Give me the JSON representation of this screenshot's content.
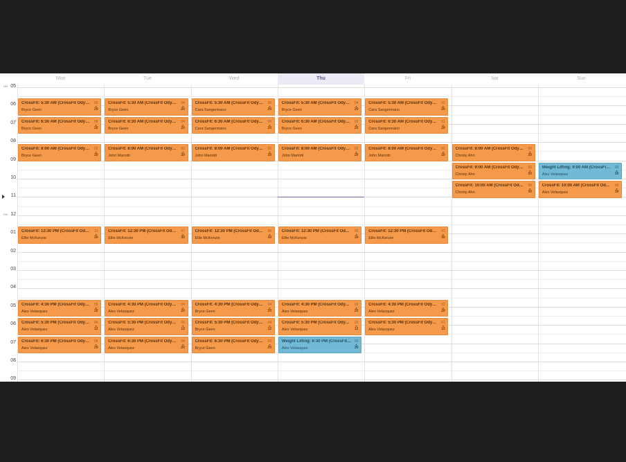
{
  "calendar": {
    "days": [
      {
        "key": "mon",
        "label": "Mon",
        "today": false
      },
      {
        "key": "tue",
        "label": "Tue",
        "today": false
      },
      {
        "key": "wed",
        "label": "Wed",
        "today": false
      },
      {
        "key": "thu",
        "label": "Thu",
        "today": true
      },
      {
        "key": "fri",
        "label": "Fri",
        "today": false
      },
      {
        "key": "sat",
        "label": "Sat",
        "today": false
      },
      {
        "key": "sun",
        "label": "Sun",
        "today": false
      }
    ],
    "hours": [
      {
        "label": "05",
        "ampm": "AM"
      },
      {
        "label": "06",
        "ampm": ""
      },
      {
        "label": "07",
        "ampm": ""
      },
      {
        "label": "08",
        "ampm": ""
      },
      {
        "label": "09",
        "ampm": ""
      },
      {
        "label": "10",
        "ampm": ""
      },
      {
        "label": "11",
        "ampm": ""
      },
      {
        "label": "12",
        "ampm": "PM"
      },
      {
        "label": "01",
        "ampm": ""
      },
      {
        "label": "02",
        "ampm": ""
      },
      {
        "label": "03",
        "ampm": ""
      },
      {
        "label": "04",
        "ampm": ""
      },
      {
        "label": "05",
        "ampm": ""
      },
      {
        "label": "06",
        "ampm": ""
      },
      {
        "label": "07",
        "ampm": ""
      },
      {
        "label": "08",
        "ampm": ""
      },
      {
        "label": "09",
        "ampm": ""
      }
    ],
    "now_hour": 11,
    "events": [
      {
        "day": 0,
        "start": 6,
        "title": "CrossFit: 5:30 AM (CrossFit Odyssey)",
        "coach": "Bryce Geen",
        "booked": "06",
        "capacity": "20",
        "color": "orange"
      },
      {
        "day": 0,
        "start": 7,
        "title": "CrossFit: 6:30 AM (CrossFit Odyssey)",
        "coach": "Bryce Geen",
        "booked": "06",
        "capacity": "20",
        "color": "orange"
      },
      {
        "day": 0,
        "start": 8.5,
        "title": "CrossFit: 8:00 AM (CrossFit Odyssey)",
        "coach": "Bryce Geen",
        "booked": "02",
        "capacity": "20",
        "color": "orange"
      },
      {
        "day": 0,
        "start": 13,
        "title": "CrossFit: 12:30 PM (CrossFit Odyss...",
        "coach": "Ellie McKenzie",
        "booked": "12",
        "capacity": "30",
        "color": "orange"
      },
      {
        "day": 0,
        "start": 17,
        "title": "CrossFit: 4:30 PM (CrossFit Odyssey)",
        "coach": "Alex Velasquez",
        "booked": "05",
        "capacity": "20",
        "color": "orange"
      },
      {
        "day": 0,
        "start": 18,
        "title": "CrossFit: 5:30 PM (CrossFit Odyssey)",
        "coach": "Alex Velasquez",
        "booked": "04",
        "capacity": "12",
        "color": "orange"
      },
      {
        "day": 0,
        "start": 19,
        "title": "CrossFit: 6:30 PM (CrossFit Odyssey)",
        "coach": "Alex Velasquez",
        "booked": "04",
        "capacity": "20",
        "color": "orange"
      },
      {
        "day": 1,
        "start": 6,
        "title": "CrossFit: 5:30 AM (CrossFit Odyssey)",
        "coach": "Bryce Geen",
        "booked": "04",
        "capacity": "20",
        "color": "orange"
      },
      {
        "day": 1,
        "start": 7,
        "title": "CrossFit: 6:30 AM (CrossFit Odyssey)",
        "coach": "Bryce Geen",
        "booked": "04",
        "capacity": "20",
        "color": "orange"
      },
      {
        "day": 1,
        "start": 8.5,
        "title": "CrossFit: 8:00 AM (CrossFit Odyssey)",
        "coach": "John Mariotti",
        "booked": "03",
        "capacity": "20",
        "color": "orange"
      },
      {
        "day": 1,
        "start": 13,
        "title": "CrossFit: 12:30 PM (CrossFit Odyss...",
        "coach": "Ellie McKenzie",
        "booked": "07",
        "capacity": "30",
        "color": "orange"
      },
      {
        "day": 1,
        "start": 17,
        "title": "CrossFit: 4:30 PM (CrossFit Odyssey)",
        "coach": "Alex Velasquez",
        "booked": "04",
        "capacity": "20",
        "color": "orange"
      },
      {
        "day": 1,
        "start": 18,
        "title": "CrossFit: 5:30 PM (CrossFit Odyssey)",
        "coach": "Alex Velasquez",
        "booked": "06",
        "capacity": "12",
        "color": "orange"
      },
      {
        "day": 1,
        "start": 19,
        "title": "CrossFit: 6:30 PM (CrossFit Odyssey)",
        "coach": "Alex Velasquez",
        "booked": "04",
        "capacity": "20",
        "color": "orange"
      },
      {
        "day": 2,
        "start": 6,
        "title": "CrossFit: 5:30 AM (CrossFit Odyssey)",
        "coach": "Cara Sangermano",
        "booked": "06",
        "capacity": "20",
        "color": "orange"
      },
      {
        "day": 2,
        "start": 7,
        "title": "CrossFit: 6:30 AM (CrossFit Odyssey)",
        "coach": "Cara Sangermano",
        "booked": "06",
        "capacity": "20",
        "color": "orange"
      },
      {
        "day": 2,
        "start": 8.5,
        "title": "CrossFit: 8:00 AM (CrossFit Odyssey)",
        "coach": "John Mariotti",
        "booked": "02",
        "capacity": "20",
        "color": "orange"
      },
      {
        "day": 2,
        "start": 13,
        "title": "CrossFit: 12:30 PM (CrossFit Odyssey)",
        "coach": "Ellie McKenzie",
        "booked": "06",
        "capacity": "30",
        "color": "orange"
      },
      {
        "day": 2,
        "start": 17,
        "title": "CrossFit: 4:30 PM (CrossFit Odyssey)",
        "coach": "Bryce Geen",
        "booked": "04",
        "capacity": "20",
        "color": "orange"
      },
      {
        "day": 2,
        "start": 18,
        "title": "CrossFit: 5:30 PM (CrossFit Odyssey)",
        "coach": "Bryce Geen",
        "booked": "04",
        "capacity": "12",
        "color": "orange"
      },
      {
        "day": 2,
        "start": 19,
        "title": "CrossFit: 6:30 PM (CrossFit Odyssey)",
        "coach": "Bryce Geen",
        "booked": "03",
        "capacity": "20",
        "color": "orange"
      },
      {
        "day": 3,
        "start": 6,
        "title": "CrossFit: 5:30 AM (CrossFit Odyssey)",
        "coach": "Bryce Geen",
        "booked": "04",
        "capacity": "20",
        "color": "orange"
      },
      {
        "day": 3,
        "start": 7,
        "title": "CrossFit: 6:30 AM (CrossFit Odyssey)",
        "coach": "Bryce Geen",
        "booked": "02",
        "capacity": "20",
        "color": "orange"
      },
      {
        "day": 3,
        "start": 8.5,
        "title": "CrossFit: 8:00 AM (CrossFit Odyssey)",
        "coach": "John Mariotti",
        "booked": "02",
        "capacity": "20",
        "color": "orange"
      },
      {
        "day": 3,
        "start": 13,
        "title": "CrossFit: 12:30 PM (CrossFit Odyss...",
        "coach": "Ellie McKenzie",
        "booked": "03",
        "capacity": "30",
        "color": "orange"
      },
      {
        "day": 3,
        "start": 17,
        "title": "CrossFit: 4:30 PM (CrossFit Odyssey)",
        "coach": "Alex Velasquez",
        "booked": "02",
        "capacity": "20",
        "color": "orange"
      },
      {
        "day": 3,
        "start": 18,
        "title": "CrossFit: 5:30 PM (CrossFit Odyssey)",
        "coach": "Alex Velasquez",
        "booked": "03",
        "capacity": "12",
        "color": "orange"
      },
      {
        "day": 3,
        "start": 19,
        "title": "Weight Lifting: 6:30 PM (CrossFit O...",
        "coach": "Alex Velasquez",
        "booked": "00",
        "capacity": "30",
        "color": "blue"
      },
      {
        "day": 4,
        "start": 6,
        "title": "CrossFit: 5:30 AM (CrossFit Odyssey)",
        "coach": "Cara Sangermano",
        "booked": "02",
        "capacity": "20",
        "color": "orange"
      },
      {
        "day": 4,
        "start": 7,
        "title": "CrossFit: 6:30 AM (CrossFit Odyssey)",
        "coach": "Cara Sangermano",
        "booked": "01",
        "capacity": "20",
        "color": "orange"
      },
      {
        "day": 4,
        "start": 8.5,
        "title": "CrossFit: 8:00 AM (CrossFit Odyssey)",
        "coach": "John Mariotti",
        "booked": "02",
        "capacity": "20",
        "color": "orange"
      },
      {
        "day": 4,
        "start": 13,
        "title": "CrossFit: 12:30 PM (CrossFit Odyss...",
        "coach": "Ellie McKenzie",
        "booked": "01",
        "capacity": "30",
        "color": "orange"
      },
      {
        "day": 4,
        "start": 17,
        "title": "CrossFit: 4:30 PM (CrossFit Odyssey)",
        "coach": "Alex Velasquez",
        "booked": "02",
        "capacity": "20",
        "color": "orange"
      },
      {
        "day": 4,
        "start": 18,
        "title": "CrossFit: 5:30 PM (CrossFit Odyssey)",
        "coach": "Alex Velasquez",
        "booked": "01",
        "capacity": "12",
        "color": "orange"
      },
      {
        "day": 5,
        "start": 8.5,
        "title": "CrossFit: 8:00 AM (CrossFit Odyssey)",
        "coach": "Christy Ahn",
        "booked": "00",
        "capacity": "20",
        "color": "orange"
      },
      {
        "day": 5,
        "start": 9.5,
        "title": "CrossFit: 9:00 AM (CrossFit Odyssey)",
        "coach": "Christy Ahn",
        "booked": "00",
        "capacity": "30",
        "color": "orange"
      },
      {
        "day": 5,
        "start": 10.5,
        "title": "CrossFit: 10:00 AM (CrossFit Odys...",
        "coach": "Christy Ahn",
        "booked": "00",
        "capacity": "30",
        "color": "orange"
      },
      {
        "day": 6,
        "start": 9.5,
        "title": "Weight Lifting: 9:00 AM (CrossFit O...",
        "coach": "Alex Velasquez",
        "booked": "00",
        "capacity": "30",
        "color": "blue"
      },
      {
        "day": 6,
        "start": 10.5,
        "title": "CrossFit: 10:00 AM (CrossFit Odys...",
        "coach": "Alex Velasquez",
        "booked": "00",
        "capacity": "30",
        "color": "orange"
      }
    ]
  }
}
